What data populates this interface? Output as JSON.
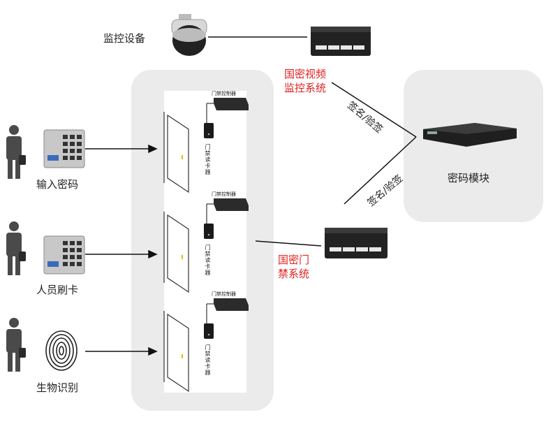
{
  "labels": {
    "camera": "监控设备",
    "video_system": [
      "国密视频",
      "监控系统"
    ],
    "access_system": [
      "国密门",
      "禁系统"
    ],
    "crypto_module": "密码模块",
    "sign_verify_top": "签名/验签",
    "sign_verify_bottom": "签名/验签"
  },
  "users": [
    {
      "method": "输入密码",
      "device": "keypad-icon"
    },
    {
      "method": "人员刷卡",
      "device": "card-reader-icon"
    },
    {
      "method": "生物识别",
      "device": "fingerprint-icon"
    }
  ],
  "doors": [
    {
      "controller": "门禁控制器",
      "reader": "门禁读卡器"
    },
    {
      "controller": "门禁控制器",
      "reader": "门禁读卡器"
    },
    {
      "controller": "门禁控制器",
      "reader": "门禁读卡器"
    }
  ],
  "colors": {
    "accent": "#e0201e",
    "panel": "#ebebeb",
    "device": "#2b2b2b"
  }
}
